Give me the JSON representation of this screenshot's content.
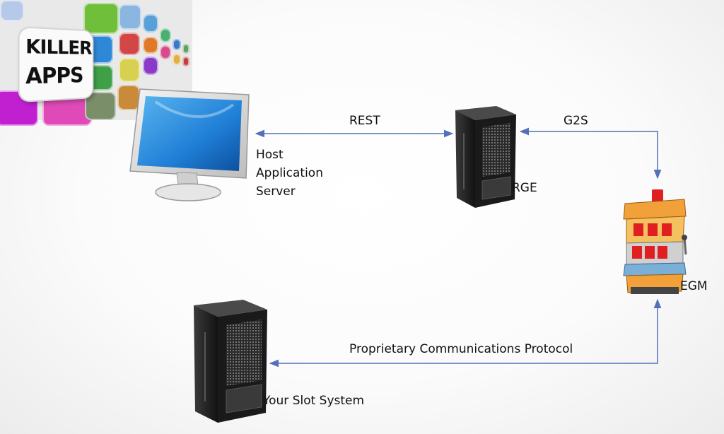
{
  "banner": {
    "line1": "KILLER",
    "line2": "APPS"
  },
  "nodes": {
    "host": {
      "line1": "Host",
      "line2": "Application",
      "line3": "Server"
    },
    "rge": {
      "label": "RGE"
    },
    "egm": {
      "label": "EGM"
    },
    "slot": {
      "label": "Your Slot System"
    }
  },
  "connections": {
    "rest": "REST",
    "g2s": "G2S",
    "proprietary": "Proprietary Communications Protocol"
  },
  "colors": {
    "arrow": "#5470b8",
    "server_dark": "#1c1c1c",
    "egm_orange": "#f2a13a",
    "egm_red": "#e02020",
    "monitor_blue": "#1f7fd6"
  }
}
